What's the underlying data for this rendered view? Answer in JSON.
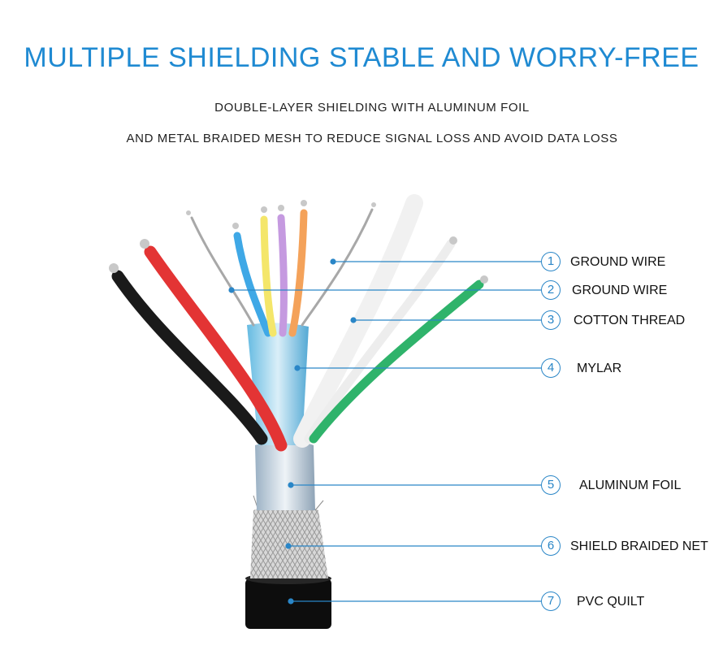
{
  "header": {
    "title": "MULTIPLE SHIELDING STABLE AND WORRY-FREE",
    "subtitle_line1": "DOUBLE-LAYER SHIELDING WITH ALUMINUM FOIL",
    "subtitle_line2": "AND METAL BRAIDED MESH TO REDUCE SIGNAL LOSS AND AVOID DATA LOSS",
    "title_color": "#1f8ad2"
  },
  "callouts": [
    {
      "number": "1",
      "label": "GROUND WIRE"
    },
    {
      "number": "2",
      "label": "GROUND WIRE"
    },
    {
      "number": "3",
      "label": "COTTON THREAD"
    },
    {
      "number": "4",
      "label": "MYLAR"
    },
    {
      "number": "5",
      "label": "ALUMINUM FOIL"
    },
    {
      "number": "6",
      "label": "SHIELD BRAIDED NET"
    },
    {
      "number": "7",
      "label": "PVC QUILT"
    }
  ],
  "colors": {
    "leader_line": "#2a86c7",
    "wire_black": "#1a1a1a",
    "wire_red": "#e33434",
    "wire_blue": "#3fa8e6",
    "wire_yellow": "#f4e66a",
    "wire_purple": "#c59ae0",
    "wire_orange": "#f4a25a",
    "wire_green": "#2fb36b",
    "jacket": "#0d0d0d"
  }
}
